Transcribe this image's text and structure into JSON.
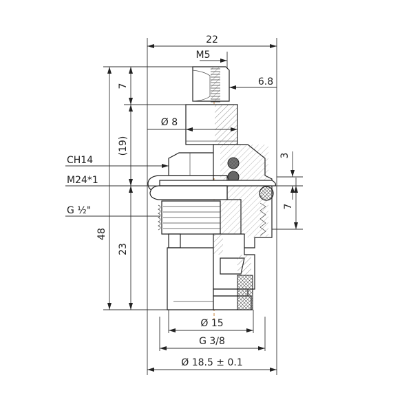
{
  "drawing": {
    "subject": "tap cartridge cross-section",
    "centerline_color": "#c8803a",
    "dimensions": {
      "overall_width": "22",
      "thread_top": "M5",
      "top_diameter": "6.8",
      "height_top": "7",
      "stem_diameter": "Ø 8",
      "ref_height": "(19)",
      "seal_offset": "3",
      "seal_height": "7",
      "total_height": "48",
      "lower_height": "23",
      "bore_diameter": "Ø 15",
      "thread_bottom": "G 3/8",
      "outer_diameter": "Ø 18.5 ± 0.1"
    },
    "callouts": {
      "hex": "CH14",
      "metric_thread": "M24*1",
      "pipe_thread": "G ½\""
    }
  }
}
